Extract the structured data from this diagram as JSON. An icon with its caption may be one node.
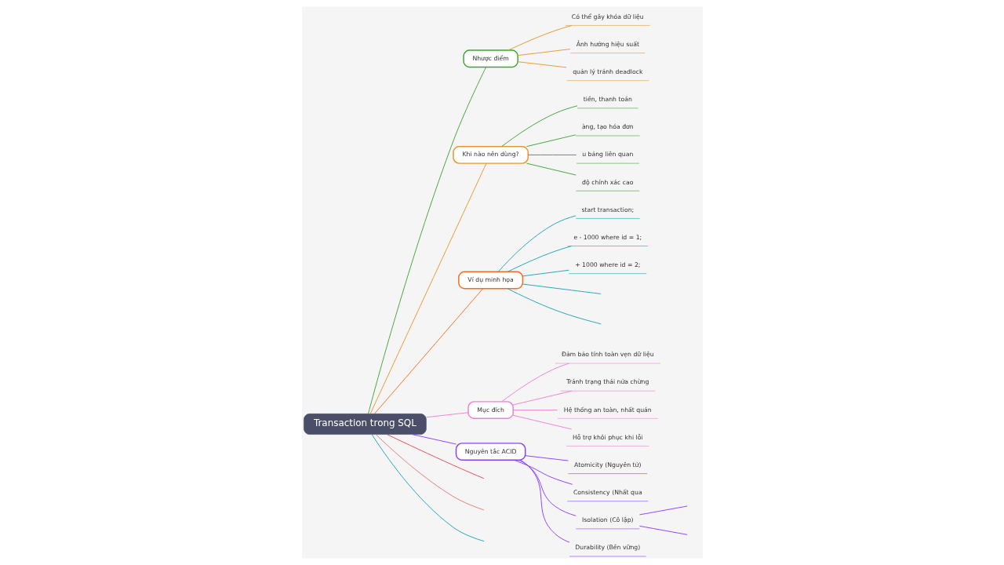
{
  "diagram": {
    "nodes": [
      {
        "text": [
          "Transaction trong SQL"
        ]
      },
      {
        "text": [
          "Nhược điểm"
        ]
      },
      {
        "text": [
          "Có thể gây khóa dữ liệu"
        ]
      },
      {
        "text": [
          "Ảnh hưởng hiệu suất"
        ]
      },
      {
        "text": [
          "quản lý tránh deadlock"
        ]
      },
      {
        "text": [
          "Khi nào nên dùng?"
        ]
      },
      {
        "text": [
          "tiền, thanh toán"
        ]
      },
      {
        "text": [
          "àng, tạo hóa đơn"
        ]
      },
      {
        "text": [
          "u bảng liên quan"
        ]
      },
      {
        "text": [
          "độ chính xác cao"
        ]
      },
      {
        "text": [
          "Ví dụ minh họa"
        ]
      },
      {
        "text": [
          "start transaction;"
        ]
      },
      {
        "text": [
          "e - 1000 where id = 1;"
        ]
      },
      {
        "text": [
          "+ 1000 where id = 2;"
        ]
      },
      {
        "text": [
          "Mục đích"
        ]
      },
      {
        "text": [
          "Đảm bảo tính toàn vẹn dữ liệu"
        ]
      },
      {
        "text": [
          "Tránh trạng thái nửa chừng"
        ]
      },
      {
        "text": [
          "Hệ thống an toàn, nhất quán"
        ]
      },
      {
        "text": [
          "Hỗ trợ khôi phục khi lỗi"
        ]
      },
      {
        "text": [
          "Nguyên tắc ACID"
        ]
      },
      {
        "text": [
          "Atomicity (Nguyên tử)"
        ]
      },
      {
        "text": [
          "Consistency (Nhất qua"
        ]
      },
      {
        "text": [
          "Isolation (Cô lập)"
        ]
      },
      {
        "text": [
          "Durability (Bền vững)"
        ]
      }
    ],
    "edges": [
      {
        "from": 0,
        "to": null,
        "arrow": "none",
        "color": "#1fa2bd"
      },
      {
        "from": 0,
        "to": 1,
        "arrow": "none",
        "color": "#3fa535"
      },
      {
        "from": 1,
        "to": 2,
        "arrow": "none",
        "color": "#e8962e"
      },
      {
        "from": 1,
        "to": 3,
        "arrow": "none",
        "color": "#e8962e"
      },
      {
        "from": 1,
        "to": 4,
        "arrow": "none",
        "color": "#e8962e"
      },
      {
        "from": 0,
        "to": 5,
        "arrow": "none",
        "color": "#e8962e"
      },
      {
        "from": 5,
        "to": 6,
        "arrow": "none",
        "color": "#3fa535"
      },
      {
        "from": 5,
        "to": 7,
        "arrow": "none",
        "color": "#3fa535"
      },
      {
        "from": 5,
        "to": 8,
        "arrow": "none",
        "color": "#3fa535"
      },
      {
        "from": 5,
        "to": 9,
        "arrow": "none",
        "color": "#3fa535"
      },
      {
        "from": 0,
        "to": 10,
        "arrow": "none",
        "color": "#ff6a1a"
      },
      {
        "from": 10,
        "to": 11,
        "arrow": "none",
        "color": "#1fa2bd"
      },
      {
        "from": 10,
        "to": 12,
        "arrow": "none",
        "color": "#1fa2bd"
      },
      {
        "from": 10,
        "to": 13,
        "arrow": "none",
        "color": "#1fa2bd"
      },
      {
        "from": 10,
        "to": null,
        "arrow": "none",
        "color": "#1fa2bd"
      },
      {
        "from": 10,
        "to": null,
        "arrow": "none",
        "color": "#1fa2bd"
      },
      {
        "from": 0,
        "to": null,
        "arrow": "none",
        "color": "#e07a7a"
      },
      {
        "from": 0,
        "to": 14,
        "arrow": "none",
        "color": "#ef7fd2"
      },
      {
        "from": 14,
        "to": 15,
        "arrow": "none",
        "color": "#ef7fd2"
      },
      {
        "from": 14,
        "to": 16,
        "arrow": "none",
        "color": "#ef7fd2"
      },
      {
        "from": 14,
        "to": 17,
        "arrow": "none",
        "color": "#ef7fd2"
      },
      {
        "from": 14,
        "to": 18,
        "arrow": "none",
        "color": "#ef7fd2"
      },
      {
        "from": 0,
        "to": 19,
        "arrow": "none",
        "color": "#8a3ffc"
      },
      {
        "from": 19,
        "to": 20,
        "arrow": "none",
        "color": "#8a3ffc"
      },
      {
        "from": 19,
        "to": 21,
        "arrow": "none",
        "color": "#8a3ffc"
      },
      {
        "from": 19,
        "to": 22,
        "arrow": "none",
        "color": "#8a3ffc"
      },
      {
        "from": 19,
        "to": 23,
        "arrow": "none",
        "color": "#8a3ffc"
      },
      {
        "from": 22,
        "to": null,
        "arrow": "none",
        "color": "#8a3ffc"
      },
      {
        "from": 22,
        "to": null,
        "arrow": "none",
        "color": "#8a3ffc"
      },
      {
        "from": 0,
        "to": null,
        "arrow": "none",
        "color": "#e8475a"
      }
    ]
  }
}
